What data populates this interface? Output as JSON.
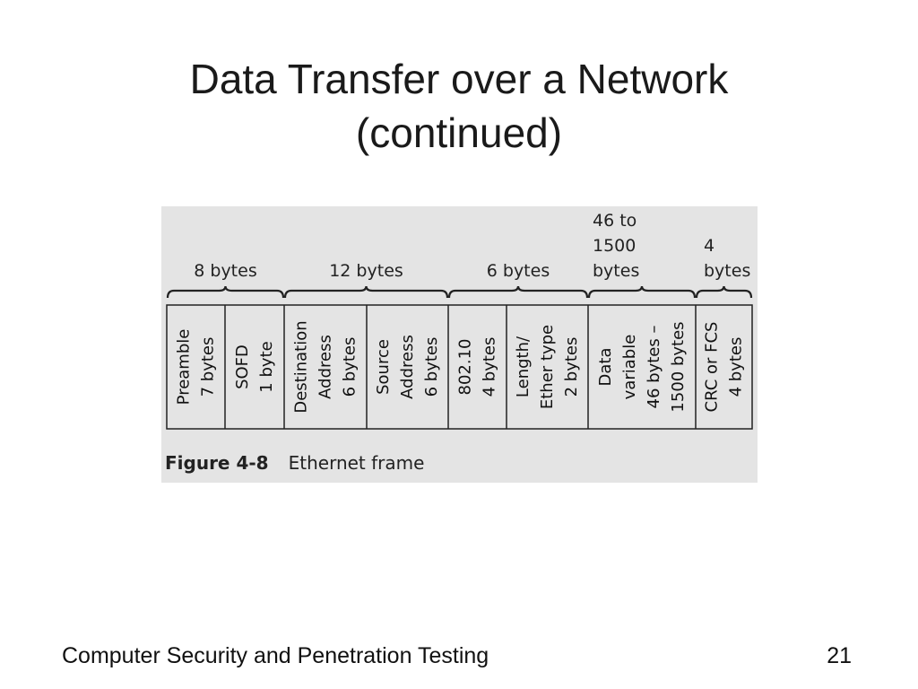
{
  "slide": {
    "title_line1": "Data Transfer over a Network",
    "title_line2": "(continued)",
    "footer_text": "Computer Security and Penetration Testing",
    "page_number": "21"
  },
  "figure": {
    "caption_number": "Figure 4-8",
    "caption_text": "Ethernet frame",
    "groups": [
      {
        "label": [
          "8 bytes"
        ]
      },
      {
        "label": [
          "12 bytes"
        ]
      },
      {
        "label": [
          "6 bytes"
        ]
      },
      {
        "label": [
          "46 to",
          "1500",
          "bytes"
        ]
      },
      {
        "label": [
          "4",
          "bytes"
        ]
      }
    ],
    "fields": [
      {
        "lines": [
          "Preamble",
          "7 bytes"
        ]
      },
      {
        "lines": [
          "SOFD",
          "1 byte"
        ]
      },
      {
        "lines": [
          "Destination",
          "Address",
          "6 bytes"
        ]
      },
      {
        "lines": [
          "Source",
          "Address",
          "6 bytes"
        ]
      },
      {
        "lines": [
          "802.10",
          "4 bytes"
        ]
      },
      {
        "lines": [
          "Length/",
          "Ether type",
          "2 bytes"
        ]
      },
      {
        "lines": [
          "Data",
          "variable",
          "46 bytes –",
          "1500 bytes"
        ]
      },
      {
        "lines": [
          "CRC or FCS",
          "4 bytes"
        ]
      }
    ]
  }
}
